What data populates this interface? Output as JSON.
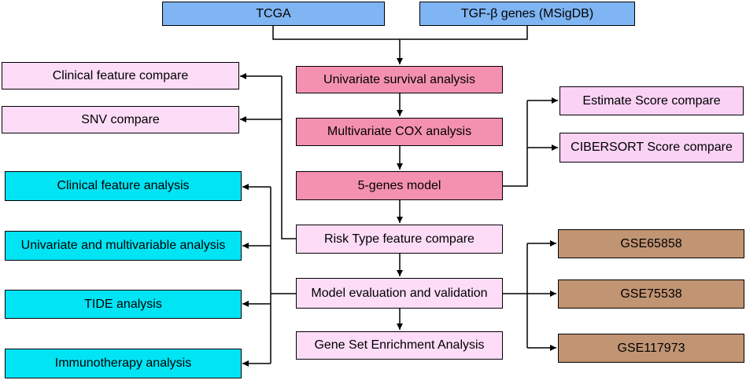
{
  "nodes": {
    "tcga": "TCGA",
    "tgf_genes": "TGF-β genes (MSigDB)",
    "univariate_survival": "Univariate survival analysis",
    "multivariate_cox": "Multivariate COX analysis",
    "five_genes_model": "5-genes model",
    "risk_type_compare": "Risk Type feature compare",
    "model_evaluation": "Model evaluation and validation",
    "gsea": "Gene Set Enrichment Analysis",
    "clinical_feature_compare": "Clinical feature compare",
    "snv_compare": "SNV compare",
    "clinical_feature_analysis": "Clinical feature analysis",
    "uni_multi_analysis": "Univariate and multivariable analysis",
    "tide_analysis": "TIDE analysis",
    "immunotherapy_analysis": "Immunotherapy analysis",
    "estimate_score": "Estimate Score compare",
    "cibersort_score": "CIBERSORT Score compare",
    "gse65858": "GSE65858",
    "gse75538": "GSE75538",
    "gse117973": "GSE117973"
  },
  "colors": {
    "data_source": "#7fb5f2",
    "core_step": "#f591b0",
    "compare": "#fcdcf7",
    "analysis": "#00e4f4",
    "validation": "#c19473"
  }
}
